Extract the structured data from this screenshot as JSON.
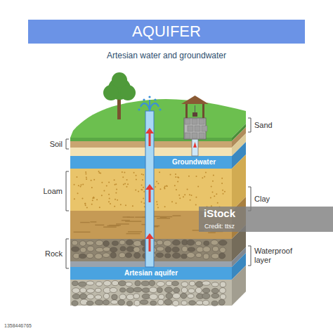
{
  "diagram": {
    "title": "AQUIFER",
    "nodes": [
      {
        "text": [
          "Groundwater"
        ]
      },
      {
        "text": [
          "Artesian aquifer"
        ]
      }
    ],
    "labels": [
      "Artesian water and groundwater",
      "Soil",
      "Loam",
      "Rock",
      "Sand",
      "Clay",
      "Waterproof layer",
      "iStock",
      "Credit: ttsz",
      "1358446765"
    ]
  }
}
